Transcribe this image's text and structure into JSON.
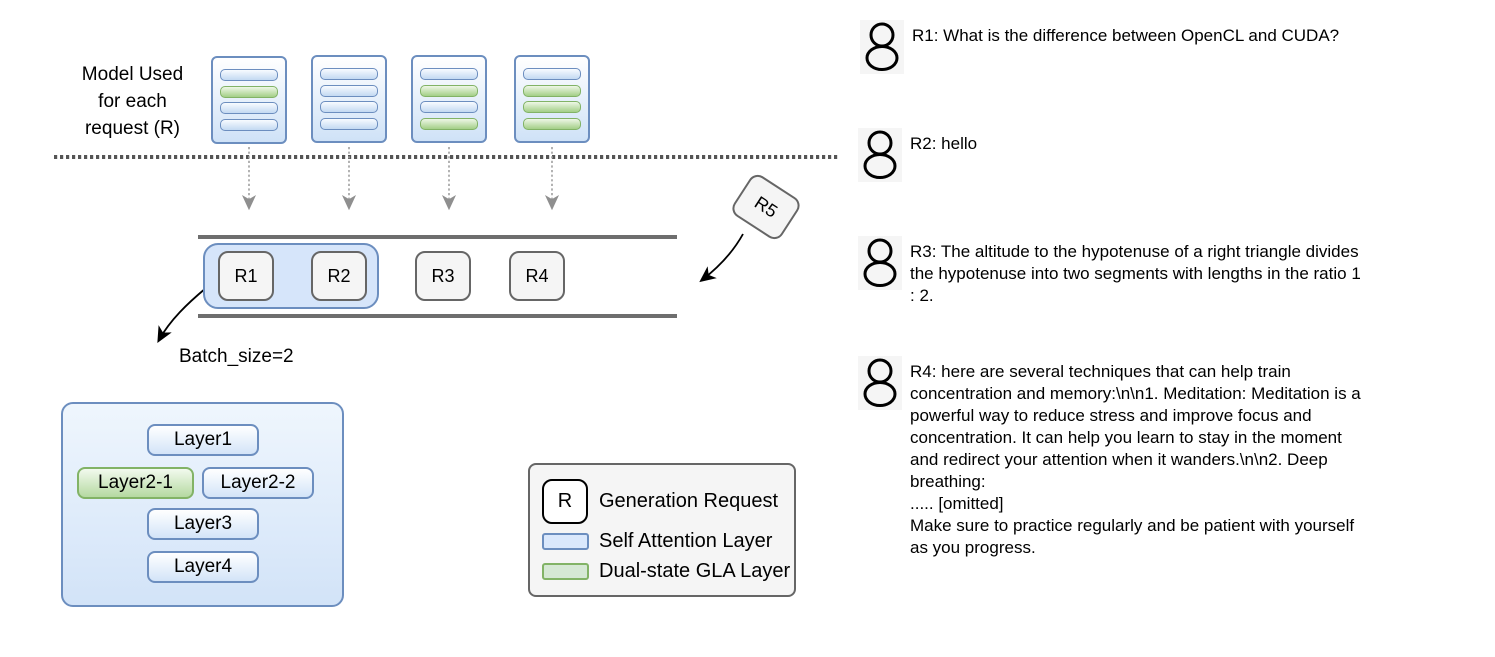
{
  "figure": {
    "model_label": "Model Used\nfor each\nrequest (R)",
    "batch_label": "Batch_size=2",
    "cards": [
      {
        "bars": [
          "blue",
          "green",
          "blue",
          "blue"
        ]
      },
      {
        "bars": [
          "blue",
          "blue",
          "blue",
          "blue"
        ]
      },
      {
        "bars": [
          "blue",
          "green",
          "blue",
          "green"
        ]
      },
      {
        "bars": [
          "blue",
          "green",
          "green",
          "green"
        ]
      }
    ],
    "queue": {
      "items": [
        "R1",
        "R2",
        "R3",
        "R4"
      ],
      "incoming": "R5"
    },
    "layers": [
      {
        "label": "Layer1",
        "type": "blue"
      },
      {
        "label": "Layer2-1",
        "type": "green"
      },
      {
        "label": "Layer2-2",
        "type": "blue"
      },
      {
        "label": "Layer3",
        "type": "blue"
      },
      {
        "label": "Layer4",
        "type": "blue"
      }
    ],
    "legend": {
      "request_symbol": "R",
      "request_label": "Generation Request",
      "attention_label": "Self Attention Layer",
      "gla_label": "Dual-state GLA Layer"
    },
    "colors": {
      "self_attention_fill": "#dae8fc",
      "self_attention_border": "#6c8ebf",
      "gla_fill": "#d5e8d4",
      "gla_border": "#82b366",
      "request_fill": "#f5f5f5",
      "request_border": "#666666"
    }
  },
  "requests": [
    {
      "text": "R1: What is the difference between OpenCL and CUDA?"
    },
    {
      "text": "R2: hello"
    },
    {
      "text": "R3: The altitude to the hypotenuse of a right triangle divides the hypotenuse into two segments with lengths in the ratio 1 : 2."
    },
    {
      "lines": [
        "R4: here are several techniques that can help train concentration and memory:\\n\\n1. Meditation: Meditation is a powerful way to reduce stress and improve focus and concentration. It can help you learn to stay in the moment and redirect your attention when it wanders.\\n\\n2. Deep breathing:",
        "..... [omitted]",
        "Make sure to practice regularly and be patient with yourself as you progress."
      ]
    }
  ]
}
